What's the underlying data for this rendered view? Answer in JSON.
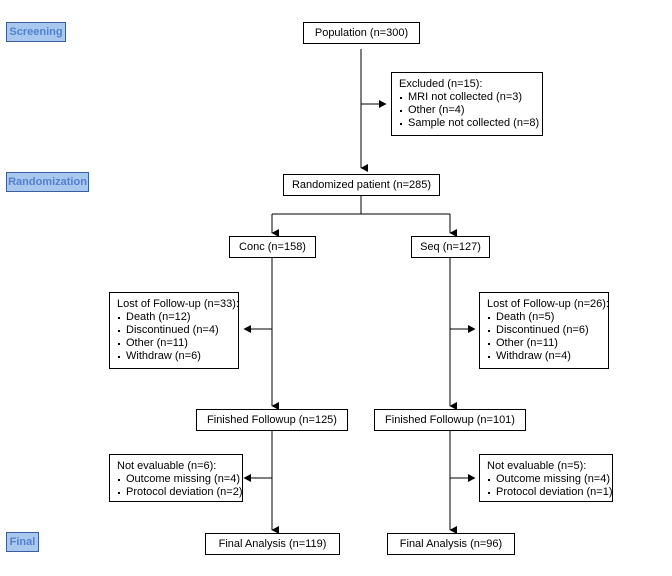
{
  "diagram": {
    "title": "CONSORT participant flow diagram",
    "type": "flowchart",
    "colors": {
      "box_border": "#000000",
      "box_fill": "#ffffff",
      "connector": "#000000",
      "stage_fill": "#a8c8f0",
      "stage_border": "#3a5fa0",
      "stage_text": "#5580cc"
    }
  },
  "stages": [
    {
      "id": "screening",
      "label": "Screening"
    },
    {
      "id": "randomization",
      "label": "Randomization"
    },
    {
      "id": "final",
      "label": "Final"
    }
  ],
  "nodes": {
    "population": {
      "label": "Population (n=300)"
    },
    "excluded": {
      "header": "Excluded (n=15):",
      "items": [
        "MRI not collected (n=3)",
        "Other (n=4)",
        "Sample not collected (n=8)"
      ]
    },
    "randomized": {
      "label": "Randomized patient (n=285)"
    },
    "arm_conc": {
      "label": "Conc (n=158)"
    },
    "arm_seq": {
      "label": "Seq (n=127)"
    },
    "lost_left": {
      "header": "Lost of Follow-up (n=33):",
      "items": [
        "Death (n=12)",
        "Discontinued (n=4)",
        "Other (n=11)",
        "Withdraw (n=6)"
      ]
    },
    "lost_right": {
      "header": "Lost of Follow-up (n=26):",
      "items": [
        "Death (n=5)",
        "Discontinued (n=6)",
        "Other (n=11)",
        "Withdraw (n=4)"
      ]
    },
    "finished_left": {
      "label": "Finished Followup (n=125)"
    },
    "finished_right": {
      "label": "Finished Followup (n=101)"
    },
    "notevaluable_left": {
      "header": "Not evaluable (n=6):",
      "items": [
        "Outcome missing (n=4)",
        "Protocol deviation (n=2)"
      ]
    },
    "notevaluable_right": {
      "header": "Not evaluable (n=5):",
      "items": [
        "Outcome missing (n=4)",
        "Protocol deviation (n=1)"
      ]
    },
    "final_left": {
      "label": "Final Analysis (n=119)"
    },
    "final_right": {
      "label": "Final Analysis (n=96)"
    }
  },
  "chart_data": {
    "type": "flowchart",
    "title": "CONSORT participant flow diagram",
    "stages": [
      "Screening",
      "Randomization",
      "Final"
    ],
    "flow": [
      {
        "node": "Population",
        "n": 300,
        "stage": "Screening"
      },
      {
        "node": "Excluded",
        "n": 15,
        "reasons": [
          {
            "label": "MRI not collected",
            "n": 3
          },
          {
            "label": "Other",
            "n": 4
          },
          {
            "label": "Sample not collected",
            "n": 8
          }
        ]
      },
      {
        "node": "Randomized patient",
        "n": 285,
        "stage": "Randomization"
      },
      {
        "node": "Conc",
        "n": 158,
        "arm": "left"
      },
      {
        "node": "Seq",
        "n": 127,
        "arm": "right"
      },
      {
        "node": "Lost of Follow-up",
        "n": 33,
        "arm": "left",
        "reasons": [
          {
            "label": "Death",
            "n": 12
          },
          {
            "label": "Discontinued",
            "n": 4
          },
          {
            "label": "Other",
            "n": 11
          },
          {
            "label": "Withdraw",
            "n": 6
          }
        ]
      },
      {
        "node": "Lost of Follow-up",
        "n": 26,
        "arm": "right",
        "reasons": [
          {
            "label": "Death",
            "n": 5
          },
          {
            "label": "Discontinued",
            "n": 6
          },
          {
            "label": "Other",
            "n": 11
          },
          {
            "label": "Withdraw",
            "n": 4
          }
        ]
      },
      {
        "node": "Finished Followup",
        "n": 125,
        "arm": "left"
      },
      {
        "node": "Finished Followup",
        "n": 101,
        "arm": "right"
      },
      {
        "node": "Not evaluable",
        "n": 6,
        "arm": "left",
        "reasons": [
          {
            "label": "Outcome missing",
            "n": 4
          },
          {
            "label": "Protocol deviation",
            "n": 2
          }
        ]
      },
      {
        "node": "Not evaluable",
        "n": 5,
        "arm": "right",
        "reasons": [
          {
            "label": "Outcome missing",
            "n": 4
          },
          {
            "label": "Protocol deviation",
            "n": 1
          }
        ]
      },
      {
        "node": "Final Analysis",
        "n": 119,
        "arm": "left",
        "stage": "Final"
      },
      {
        "node": "Final Analysis",
        "n": 96,
        "arm": "right",
        "stage": "Final"
      }
    ]
  }
}
